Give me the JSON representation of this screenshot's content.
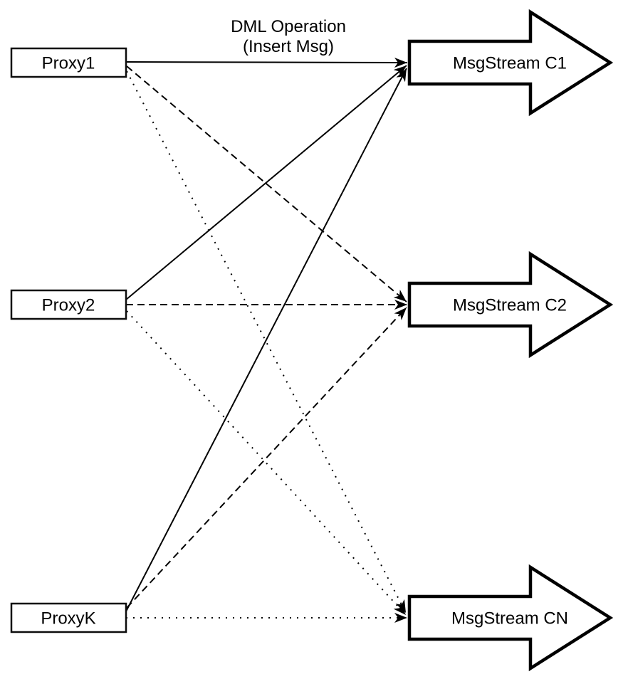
{
  "title": {
    "line1": "DML Operation",
    "line2": "(Insert Msg)"
  },
  "proxies": [
    {
      "label": "Proxy1"
    },
    {
      "label": "Proxy2"
    },
    {
      "label": "ProxyK"
    }
  ],
  "streams": [
    {
      "label": "MsgStream C1"
    },
    {
      "label": "MsgStream C2"
    },
    {
      "label": "MsgStream CN"
    }
  ],
  "connections": [
    {
      "from": "Proxy1",
      "to": "MsgStream C1",
      "style": "solid"
    },
    {
      "from": "Proxy2",
      "to": "MsgStream C1",
      "style": "solid"
    },
    {
      "from": "ProxyK",
      "to": "MsgStream C1",
      "style": "solid"
    },
    {
      "from": "Proxy1",
      "to": "MsgStream C2",
      "style": "dashed"
    },
    {
      "from": "Proxy2",
      "to": "MsgStream C2",
      "style": "dashed"
    },
    {
      "from": "ProxyK",
      "to": "MsgStream C2",
      "style": "dashed"
    },
    {
      "from": "Proxy1",
      "to": "MsgStream CN",
      "style": "dotted"
    },
    {
      "from": "Proxy2",
      "to": "MsgStream CN",
      "style": "dotted"
    },
    {
      "from": "ProxyK",
      "to": "MsgStream CN",
      "style": "dotted"
    }
  ],
  "colors": {
    "stroke": "#000000",
    "fill": "#ffffff",
    "background": "#ffffff"
  }
}
